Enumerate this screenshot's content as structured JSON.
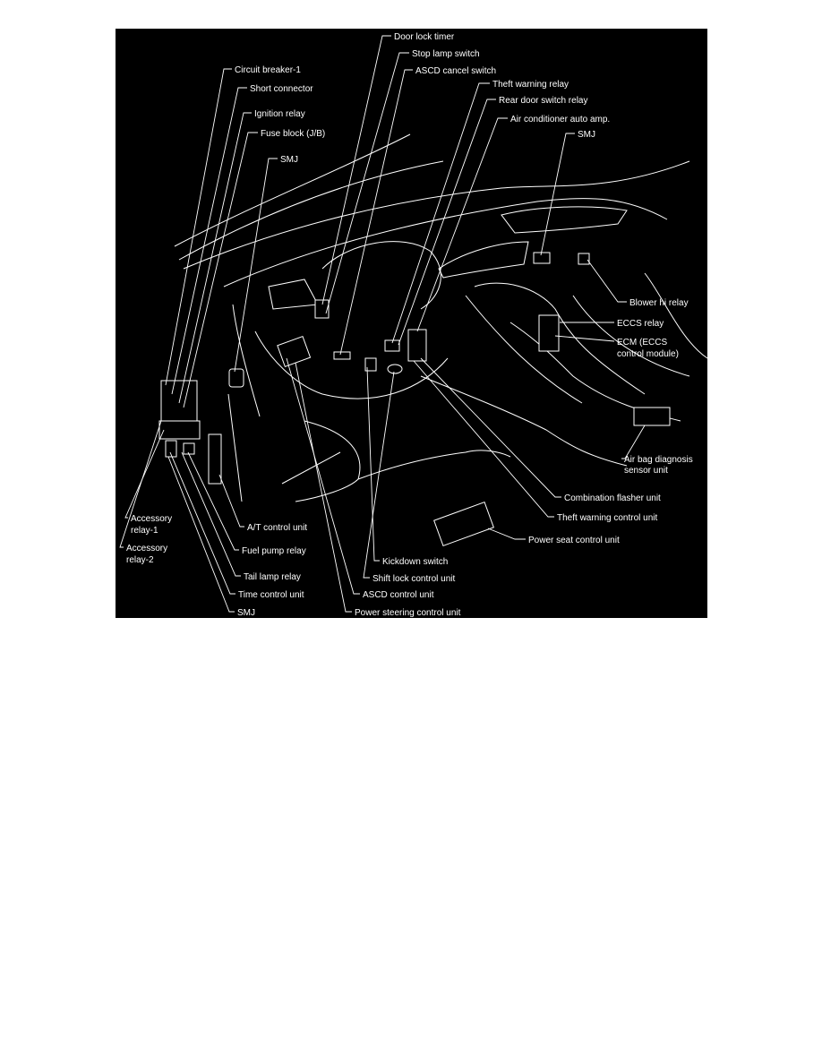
{
  "diagram": {
    "background_color": "#000000",
    "line_color": "#ffffff",
    "labels": {
      "door_lock_timer": "Door lock timer",
      "stop_lamp_switch": "Stop lamp switch",
      "ascd_cancel_switch": "ASCD cancel switch",
      "circuit_breaker_1": "Circuit breaker-1",
      "theft_warning_relay": "Theft warning relay",
      "short_connector": "Short connector",
      "rear_door_switch_relay": "Rear door switch relay",
      "ignition_relay": "Ignition relay",
      "air_conditioner_auto_amp": "Air conditioner auto amp.",
      "fuse_block": "Fuse block (J/B)",
      "smj_right": "SMJ",
      "smj_upper_left": "SMJ",
      "blower_hi_relay": "Blower hi relay",
      "eccs_relay": "ECCS relay",
      "ecm_line1": "ECM (ECCS",
      "ecm_line2": "control module)",
      "air_bag_line1": "Air bag diagnosis",
      "air_bag_line2": "sensor unit",
      "combination_flasher_unit": "Combination flasher unit",
      "theft_warning_control_unit": "Theft warning control unit",
      "power_seat_control_unit": "Power seat control unit",
      "accessory_relay_1_line1": "Accessory",
      "accessory_relay_1_line2": "relay-1",
      "accessory_relay_2_line1": "Accessory",
      "accessory_relay_2_line2": "relay-2",
      "at_control_unit": "A/T control unit",
      "fuel_pump_relay": "Fuel pump relay",
      "kickdown_switch": "Kickdown switch",
      "tail_lamp_relay": "Tail lamp relay",
      "shift_lock_control_unit": "Shift lock control unit",
      "time_control_unit": "Time control unit",
      "ascd_control_unit": "ASCD control unit",
      "smj_bottom": "SMJ",
      "power_steering_control_unit": "Power steering control unit"
    }
  }
}
